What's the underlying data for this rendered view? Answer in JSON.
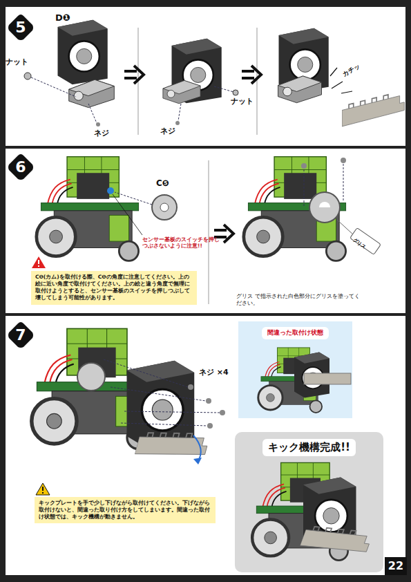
{
  "diagram": {
    "nodes": [
      {
        "text": [
          "5"
        ]
      },
      {
        "text": [
          "6"
        ]
      },
      {
        "text": [
          "C❺(カム)を取付ける際、C❺の角度に注意してください。上の絵に近い角度で取付けてください。上の絵と違う角度で無理に取付けようとすると、センサー基板のスイッチを押しつぶして壊してしまう可能性があります。"
        ]
      },
      {
        "text": [
          "7"
        ]
      },
      {
        "text": [
          "キックプレートを手で少し下げながら取付けてください。下げながら取付けないと、間違った取り付け方をしてしまいます。間違った取付け状態では、キック機構が動きません。"
        ]
      },
      {
        "text": [
          "間違った取付け状態"
        ]
      },
      {
        "text": [
          "キック機構完成!!"
        ]
      },
      {
        "text": [
          "22"
        ]
      }
    ],
    "labels": [
      "D❶",
      "ナット",
      "ネジ",
      "ネジ",
      "ナット",
      "カチッ",
      "C❺",
      "センサー基板のスイッチを押しつぶさないように注意!!",
      "グリス",
      "グリス で指示された白色部分にグリスを塗ってください。",
      "ネジ ×4"
    ]
  }
}
